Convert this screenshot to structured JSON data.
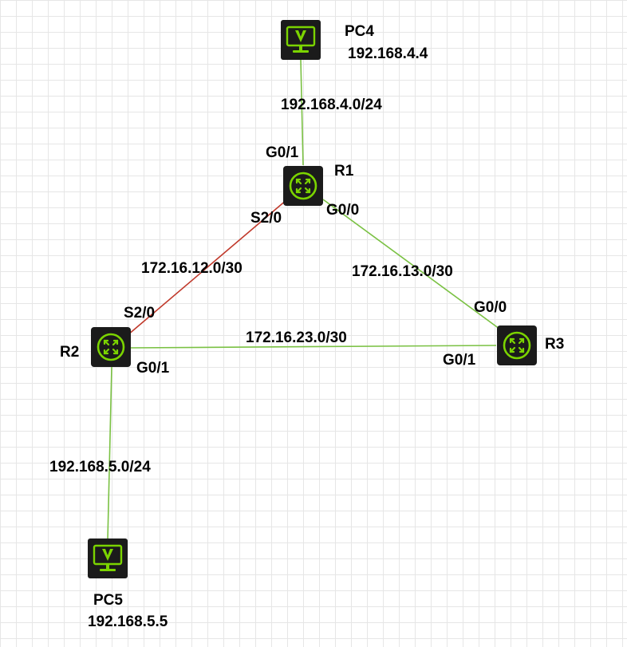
{
  "colors": {
    "ethernet_link": "#7ac143",
    "serial_link": "#c0392b",
    "device_body": "#1b1b1b",
    "device_accent": "#7bd400"
  },
  "nodes": {
    "pc4": {
      "name": "PC4",
      "ip": "192.168.4.4",
      "icon": "pc-icon"
    },
    "pc5": {
      "name": "PC5",
      "ip": "192.168.5.5",
      "icon": "pc-icon"
    },
    "r1": {
      "name": "R1",
      "icon": "router-icon"
    },
    "r2": {
      "name": "R2",
      "icon": "router-icon"
    },
    "r3": {
      "name": "R3",
      "icon": "router-icon"
    }
  },
  "links": {
    "pc4_r1": {
      "network": "192.168.4.0/24",
      "type": "ethernet",
      "r1_port": "G0/1"
    },
    "r1_r2": {
      "network": "172.16.12.0/30",
      "type": "serial",
      "r1_port": "S2/0",
      "r2_port": "S2/0"
    },
    "r1_r3": {
      "network": "172.16.13.0/30",
      "type": "ethernet",
      "r1_port": "G0/0",
      "r3_port": "G0/0"
    },
    "r2_r3": {
      "network": "172.16.23.0/30",
      "type": "ethernet",
      "r2_port": "G0/1",
      "r3_port": "G0/1"
    },
    "r2_pc5": {
      "network": "192.168.5.0/24",
      "type": "ethernet"
    }
  }
}
